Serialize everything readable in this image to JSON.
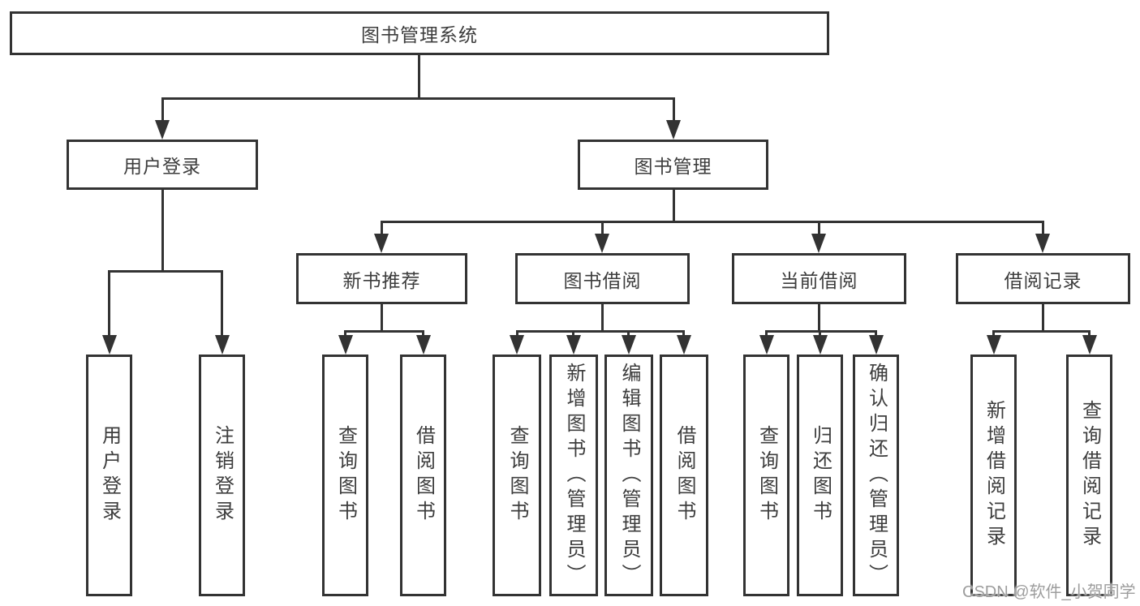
{
  "diagram_title": "图书管理系统",
  "nodes": {
    "root": {
      "label": "图书管理系统"
    },
    "user_login": {
      "label": "用户登录"
    },
    "book_mgmt": {
      "label": "图书管理"
    },
    "new_books": {
      "label": "新书推荐"
    },
    "borrow": {
      "label": "图书借阅"
    },
    "current": {
      "label": "当前借阅"
    },
    "records": {
      "label": "借阅记录"
    }
  },
  "leaves": {
    "user_login": [
      "用户登录",
      "注销登录"
    ],
    "new_books": [
      "查询图书",
      "借阅图书"
    ],
    "borrow": [
      "查询图书",
      "新增图书（管理员）",
      "编辑图书（管理员）",
      "借阅图书"
    ],
    "current": [
      "查询图书",
      "归还图书",
      "确认归还（管理员）"
    ],
    "records": [
      "新增借阅记录",
      "查询借阅记录"
    ]
  },
  "watermark": {
    "text": "CSDN @软件_小贺同学"
  },
  "colors": {
    "line": "#333333",
    "text": "#3d3d3d",
    "background": "#ffffff",
    "watermark": "#9d9d9d"
  }
}
